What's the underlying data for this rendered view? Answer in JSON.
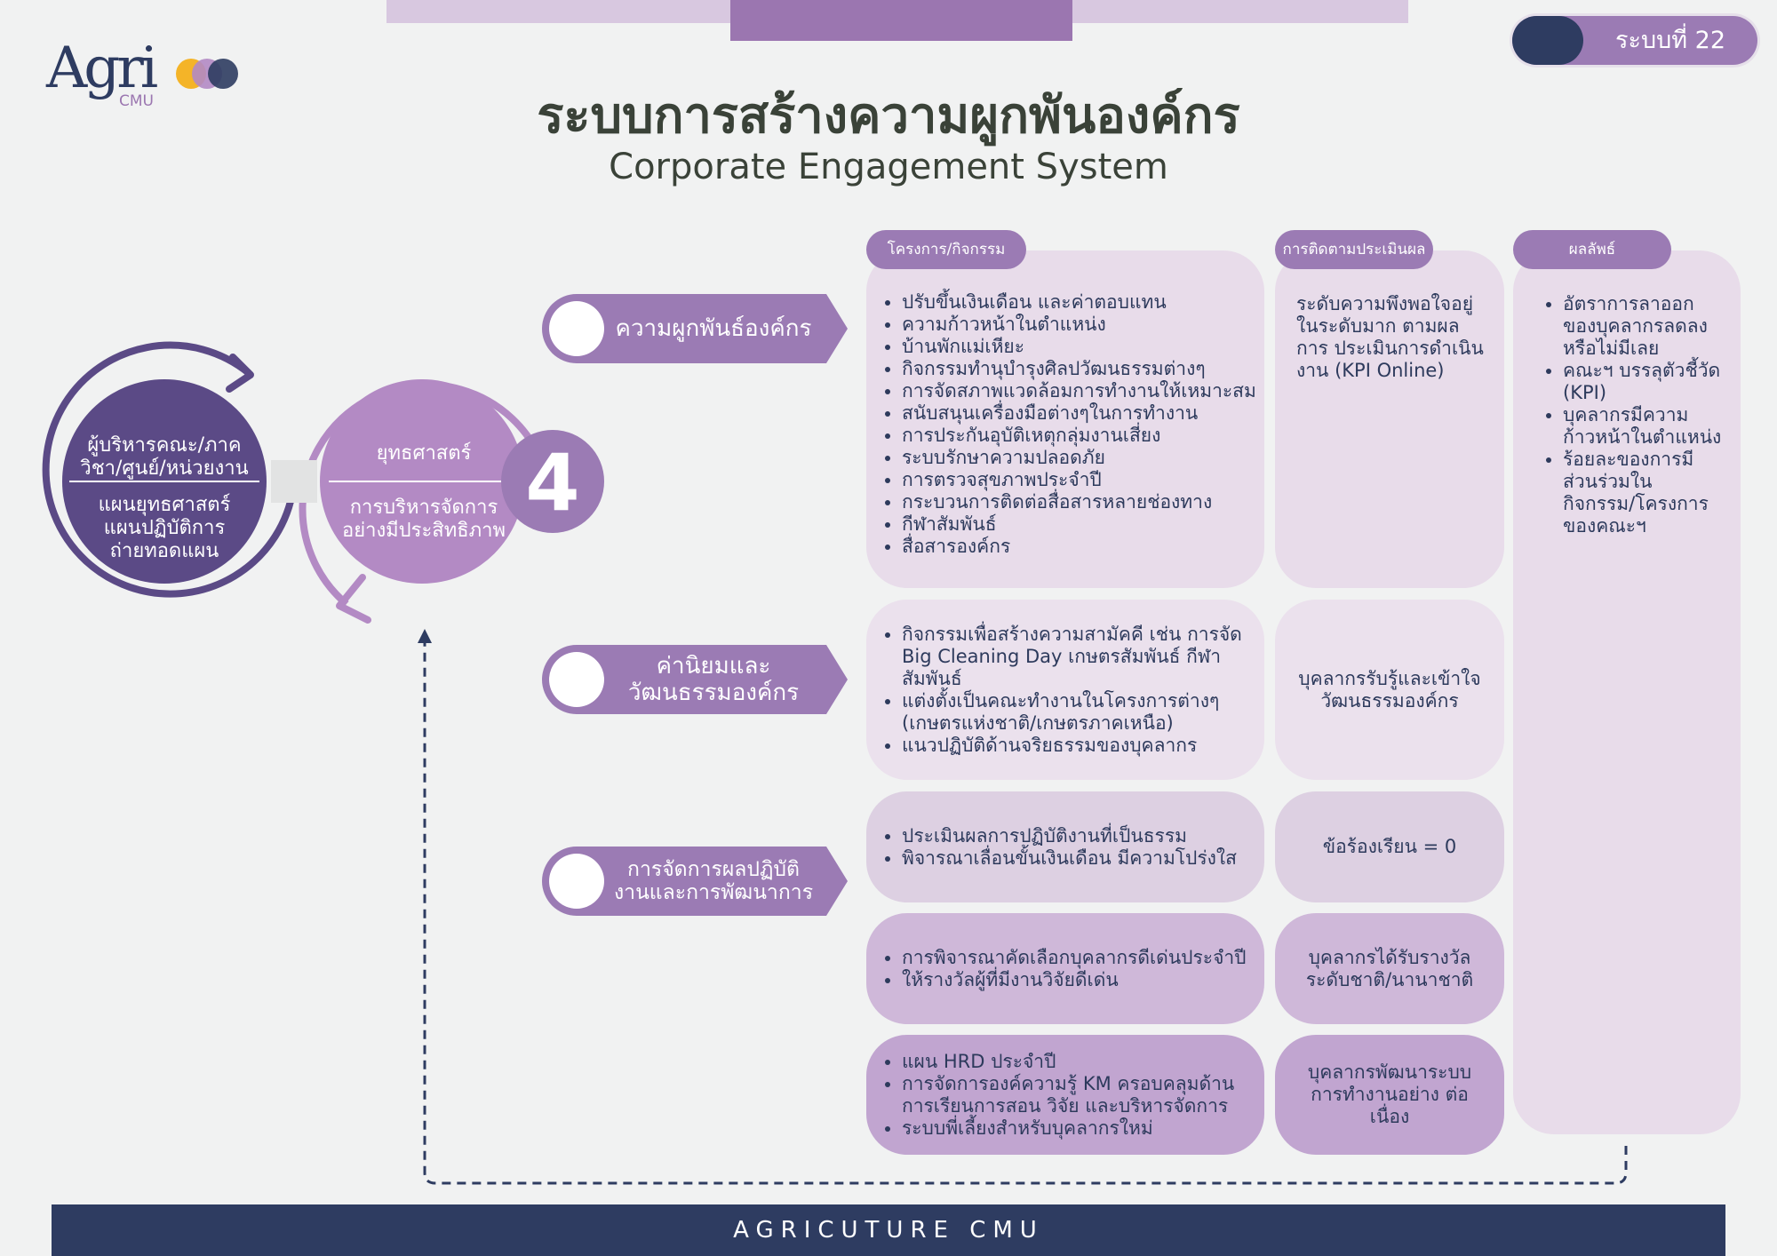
{
  "badge": "ระบบที่ 22",
  "logo": {
    "mark": "Agri",
    "sub": "CMU"
  },
  "colors": {
    "navy": "#2e3c61",
    "purple": "#9b7bb4",
    "light_purple": "#e8dcea",
    "gold": "#f4b428",
    "background": "#f1f2f2"
  },
  "title": "ระบบการสร้างความผูกพันองค์กร",
  "subtitle": "Corporate Engagement System",
  "cycle": {
    "left_top": "ผู้บริหารคณะ/ภาค วิชา/ศูนย์/หน่วยงาน",
    "left_bottom": "แผนยุทธศาสตร์ แผนปฏิบัติการ ถ่ายทอดแผน",
    "right_top": "ยุทธศาสตร์",
    "right_bottom": "การบริหารจัดการ อย่างมีประสิทธิภาพ",
    "number": "4"
  },
  "columns": {
    "projects": "โครงการ/กิจกรรม",
    "monitoring": "การติดตามประเมินผล",
    "outcomes": "ผลลัพธ์"
  },
  "categories": [
    {
      "label": "ความผูกพันธ์องค์กร"
    },
    {
      "label": "ค่านิยมและ วัฒนธรรมองค์กร"
    },
    {
      "label": "การจัดการผลปฏิบัติ งานและการพัฒนาการ"
    }
  ],
  "rows": [
    {
      "projects": [
        "ปรับขึ้นเงินเดือน และค่าตอบแทน",
        "ความก้าวหน้าในตำแหน่ง",
        "บ้านพักแม่เหียะ",
        "กิจกรรมทำนุบำรุงศิลปวัฒนธรรมต่างๆ",
        "การจัดสภาพแวดล้อมการทำงานให้เหมาะสม",
        "สนับสนุนเครื่องมือต่างๆในการทำงาน",
        "การประกันอุบัติเหตุกลุ่มงานเสี่ยง",
        "ระบบรักษาความปลอดภัย",
        "การตรวจสุขภาพประจำปี",
        "กระบวนการติดต่อสื่อสารหลายช่องทาง",
        "กีฬาสัมพันธ์",
        "สื่อสารองค์กร"
      ],
      "monitoring": "ระดับความพึงพอใจอยู่ ในระดับมาก ตามผลการ ประเมินการดำเนินงาน (KPI Online)"
    },
    {
      "projects": [
        "กิจกรรมเพื่อสร้างความสามัคคี เช่น การจัด Big Cleaning Day เกษตรสัมพันธ์ กีฬาสัมพันธ์",
        "แต่งตั้งเป็นคณะทำงานในโครงการต่างๆ (เกษตรแห่งชาติ/เกษตรภาคเหนือ)",
        "แนวปฏิบัติด้านจริยธรรมของบุคลากร"
      ],
      "monitoring": "บุคลากรรับรู้และเข้าใจ วัฒนธรรมองค์กร"
    },
    {
      "projects": [
        "ประเมินผลการปฏิบัติงานที่เป็นธรรม",
        "พิจารณาเลื่อนขั้นเงินเดือน มีความโปร่งใส"
      ],
      "monitoring": "ข้อร้องเรียน = 0"
    },
    {
      "projects": [
        "การพิจารณาคัดเลือกบุคลากรดีเด่นประจำปี",
        "ให้รางวัลผู้ที่มีงานวิจัยดีเด่น"
      ],
      "monitoring": "บุคลากรได้รับรางวัล ระดับชาติ/นานาชาติ"
    },
    {
      "projects": [
        "แผน HRD ประจำปี",
        "การจัดการองค์ความรู้ KM ครอบคลุมด้าน การเรียนการสอน วิจัย และบริหารจัดการ",
        "ระบบพี่เลี้ยงสำหรับบุคลากรใหม่"
      ],
      "monitoring": "บุคลากรพัฒนาระบบ การทำงานอย่าง ต่อเนื่อง"
    }
  ],
  "outcomes": [
    "อัตราการลาออก ของบุคลากรลดลง หรือไม่มีเลย",
    "คณะฯ บรรลุตัวชี้วัด (KPI)",
    "บุคลากรมีความ ก้าวหน้าในตำแหน่ง",
    "ร้อยละของการมี ส่วนร่วมใน กิจกรรม/โครงการ ของคณะฯ"
  ],
  "footer": "AGRICUTURE CMU"
}
